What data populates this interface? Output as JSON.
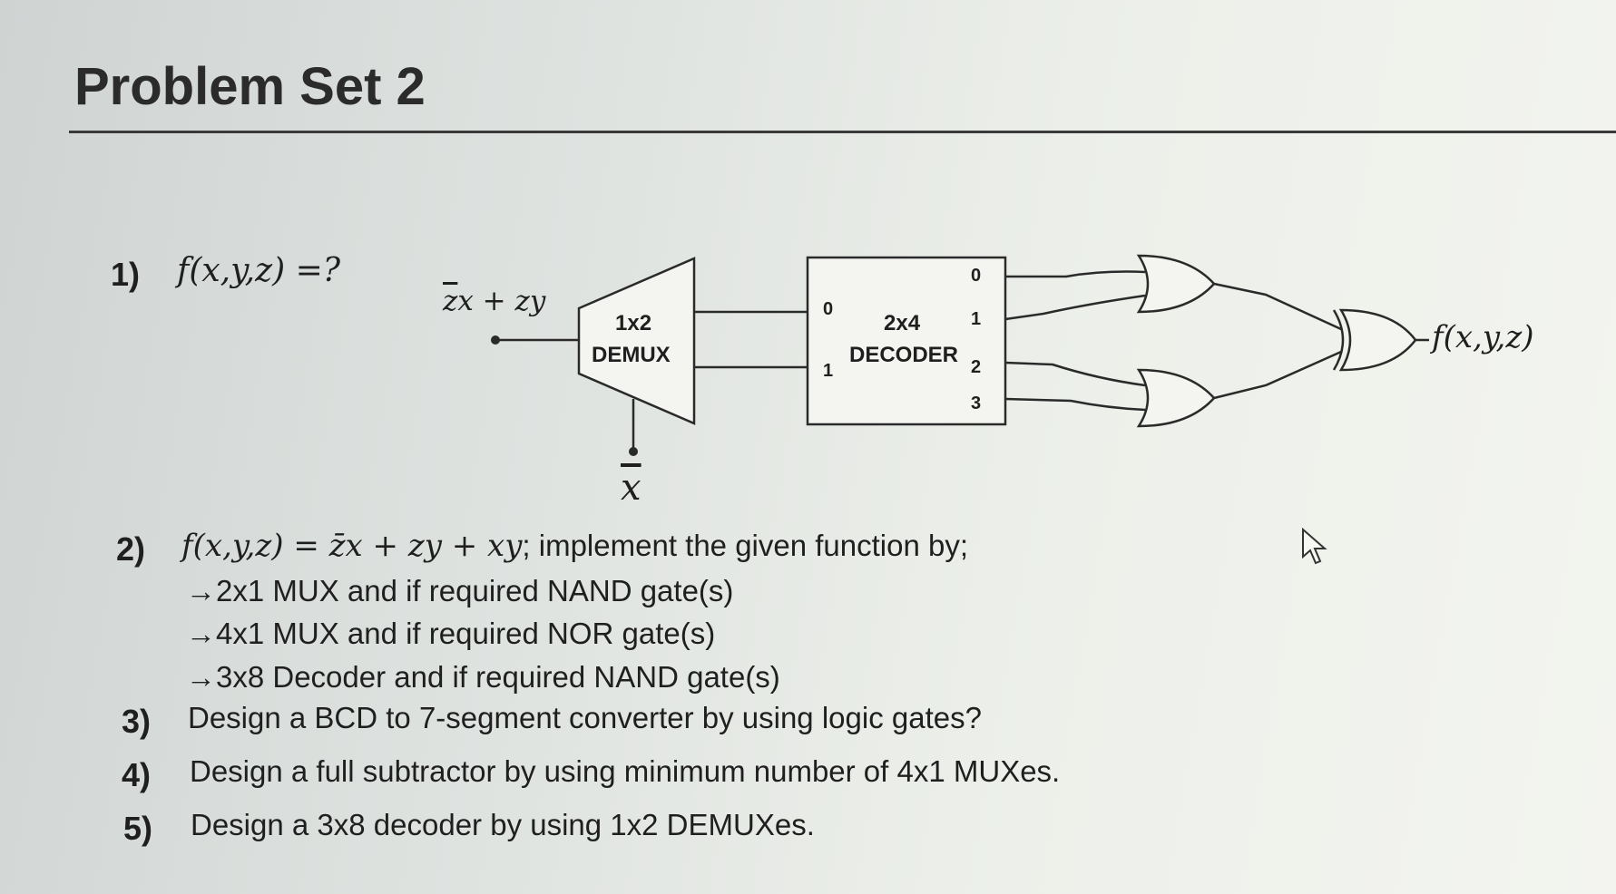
{
  "title": "Problem Set 2",
  "problems": [
    {
      "num": "1)",
      "text": "f(x,y,z) =?"
    },
    {
      "num": "2)",
      "text_math": "f(x,y,z) = z̄x + zy + xy",
      "text": "; implement the given function by;",
      "sub": [
        "→2x1 MUX and if required NAND gate(s)",
        "→4x1 MUX and if required NOR gate(s)",
        "→3x8 Decoder and if required NAND gate(s)"
      ]
    },
    {
      "num": "3)",
      "text": "Design a BCD to 7-segment converter by using logic gates?"
    },
    {
      "num": "4)",
      "text": "Design a full subtractor by using minimum number of 4x1 MUXes."
    },
    {
      "num": "5)",
      "text": "Design a 3x8 decoder by using 1x2 DEMUXes."
    }
  ],
  "circuit": {
    "input_label_z": "z",
    "input_label_rest": "x + zy",
    "select_label": "x",
    "demux_label_1": "1x2",
    "demux_label_2": "DEMUX",
    "decoder_label_1": "2x4",
    "decoder_label_2": "DECODER",
    "decoder_inputs": [
      "0",
      "1"
    ],
    "decoder_outputs": [
      "0",
      "1",
      "2",
      "3"
    ],
    "output_label": "f(x,y,z)"
  }
}
